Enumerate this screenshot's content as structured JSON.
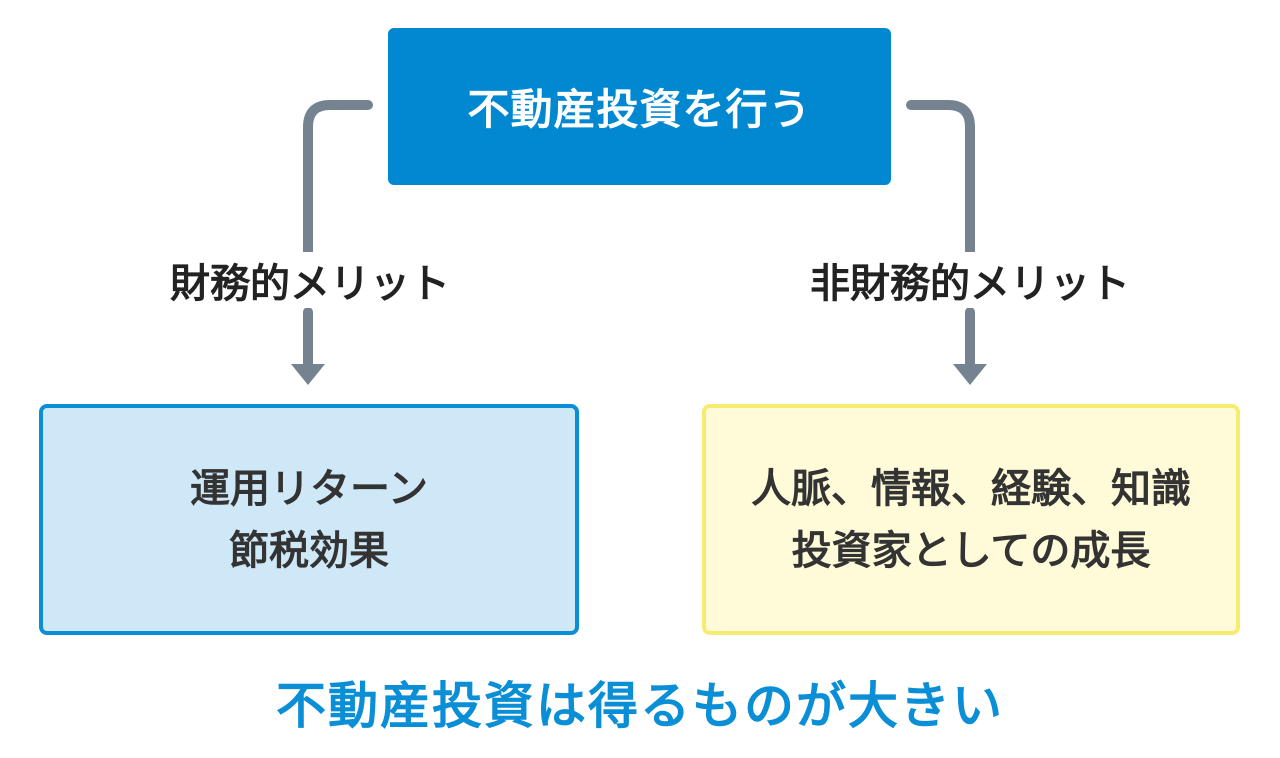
{
  "top": {
    "title": "不動産投資を行う"
  },
  "branches": {
    "left": {
      "label": "財務的メリット",
      "lines": [
        "運用リターン",
        "節税効果"
      ]
    },
    "right": {
      "label": "非財務的メリット",
      "lines": [
        "人脈、情報、経験、知識",
        "投資家としての成長"
      ]
    }
  },
  "conclusion": "不動産投資は得るものが大きい",
  "colors": {
    "primary_blue": "#0188d1",
    "connector_gray": "#758391",
    "left_box_fill": "#cfe8f7",
    "right_box_fill": "#fffbd9",
    "right_box_border": "#f7ec70"
  }
}
